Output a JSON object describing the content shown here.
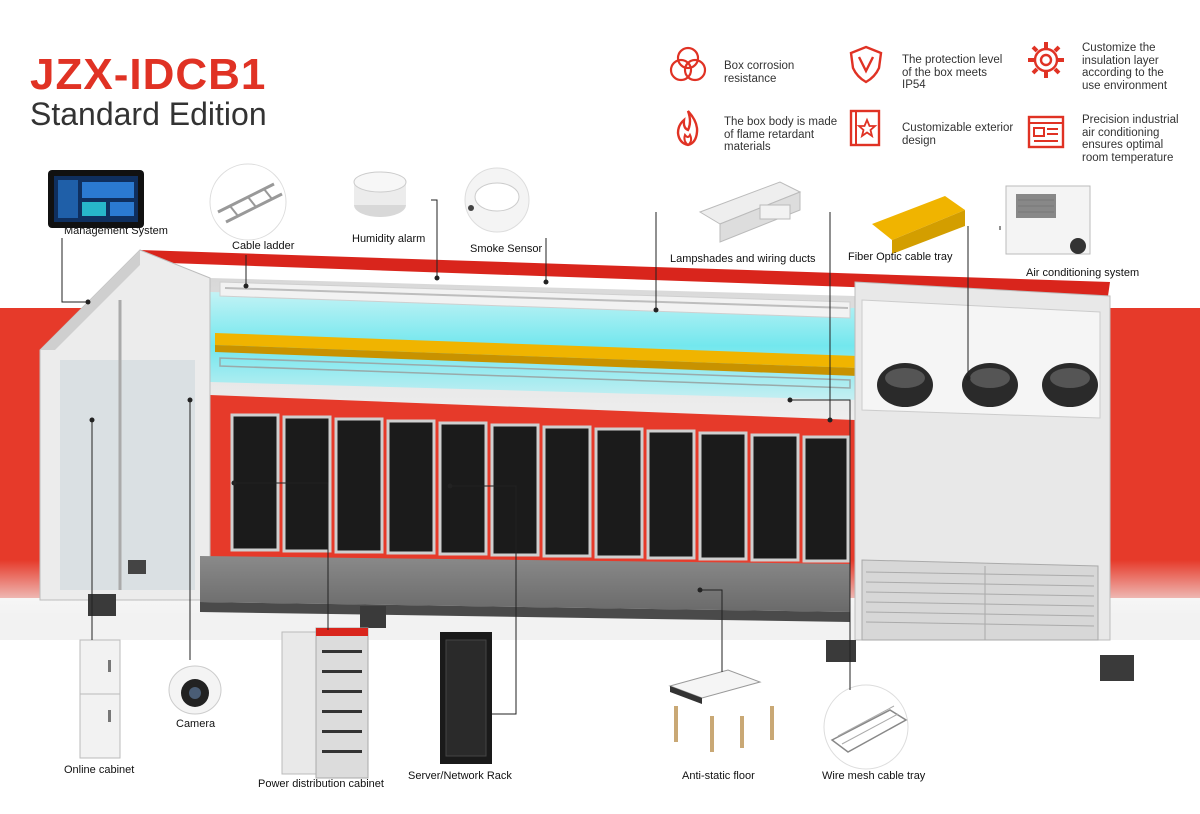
{
  "title": {
    "model": "JZX-IDCB1",
    "edition": "Standard Edition"
  },
  "colors": {
    "accent": "#e03224",
    "band": "#e63a2a",
    "led": "#5fe8f0",
    "cable_tray": "#f0b400"
  },
  "features": [
    {
      "icon": "circles-icon",
      "text": "Box corrosion resistance"
    },
    {
      "icon": "shield-icon",
      "text": "The protection level of the box meets IP54"
    },
    {
      "icon": "gear-icon",
      "text": "Customize the insulation layer according to the use environment"
    },
    {
      "icon": "flame-icon",
      "text": "The box body is made of flame retardant materials"
    },
    {
      "icon": "book-star-icon",
      "text": "Customizable exterior design"
    },
    {
      "icon": "ac-panel-icon",
      "text": "Precision industrial air conditioning ensures optimal room temperature"
    }
  ],
  "components": {
    "management_system": "Management System",
    "cable_ladder": "Cable ladder",
    "humidity_alarm": "Humidity alarm",
    "smoke_sensor": "Smoke Sensor",
    "lampshades": "Lampshades and wiring ducts",
    "fiber_tray": "Fiber Optic cable tray",
    "air_conditioning": "Air conditioning system",
    "online_cabinet": "Online cabinet",
    "camera": "Camera",
    "power_cabinet": "Power distribution cabinet",
    "server_rack": "Server/Network Rack",
    "anti_static_floor": "Anti-static floor",
    "wire_mesh_tray": "Wire mesh cable tray"
  }
}
